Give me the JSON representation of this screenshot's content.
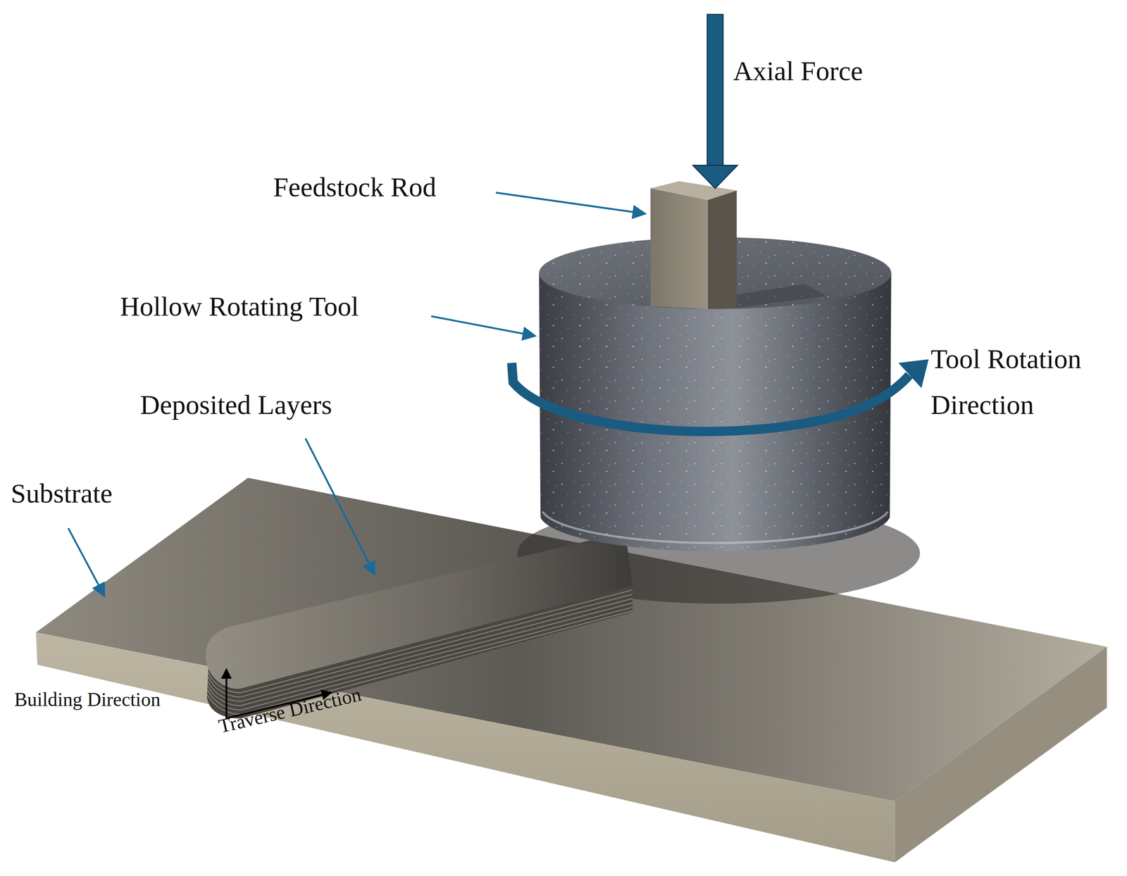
{
  "diagram": {
    "labels": [
      "Axial Force",
      "Feedstock Rod",
      "Hollow Rotating Tool",
      "Tool Rotation Direction",
      "Deposited Layers",
      "Substrate",
      "Building Direction",
      "Traverse Direction"
    ]
  }
}
